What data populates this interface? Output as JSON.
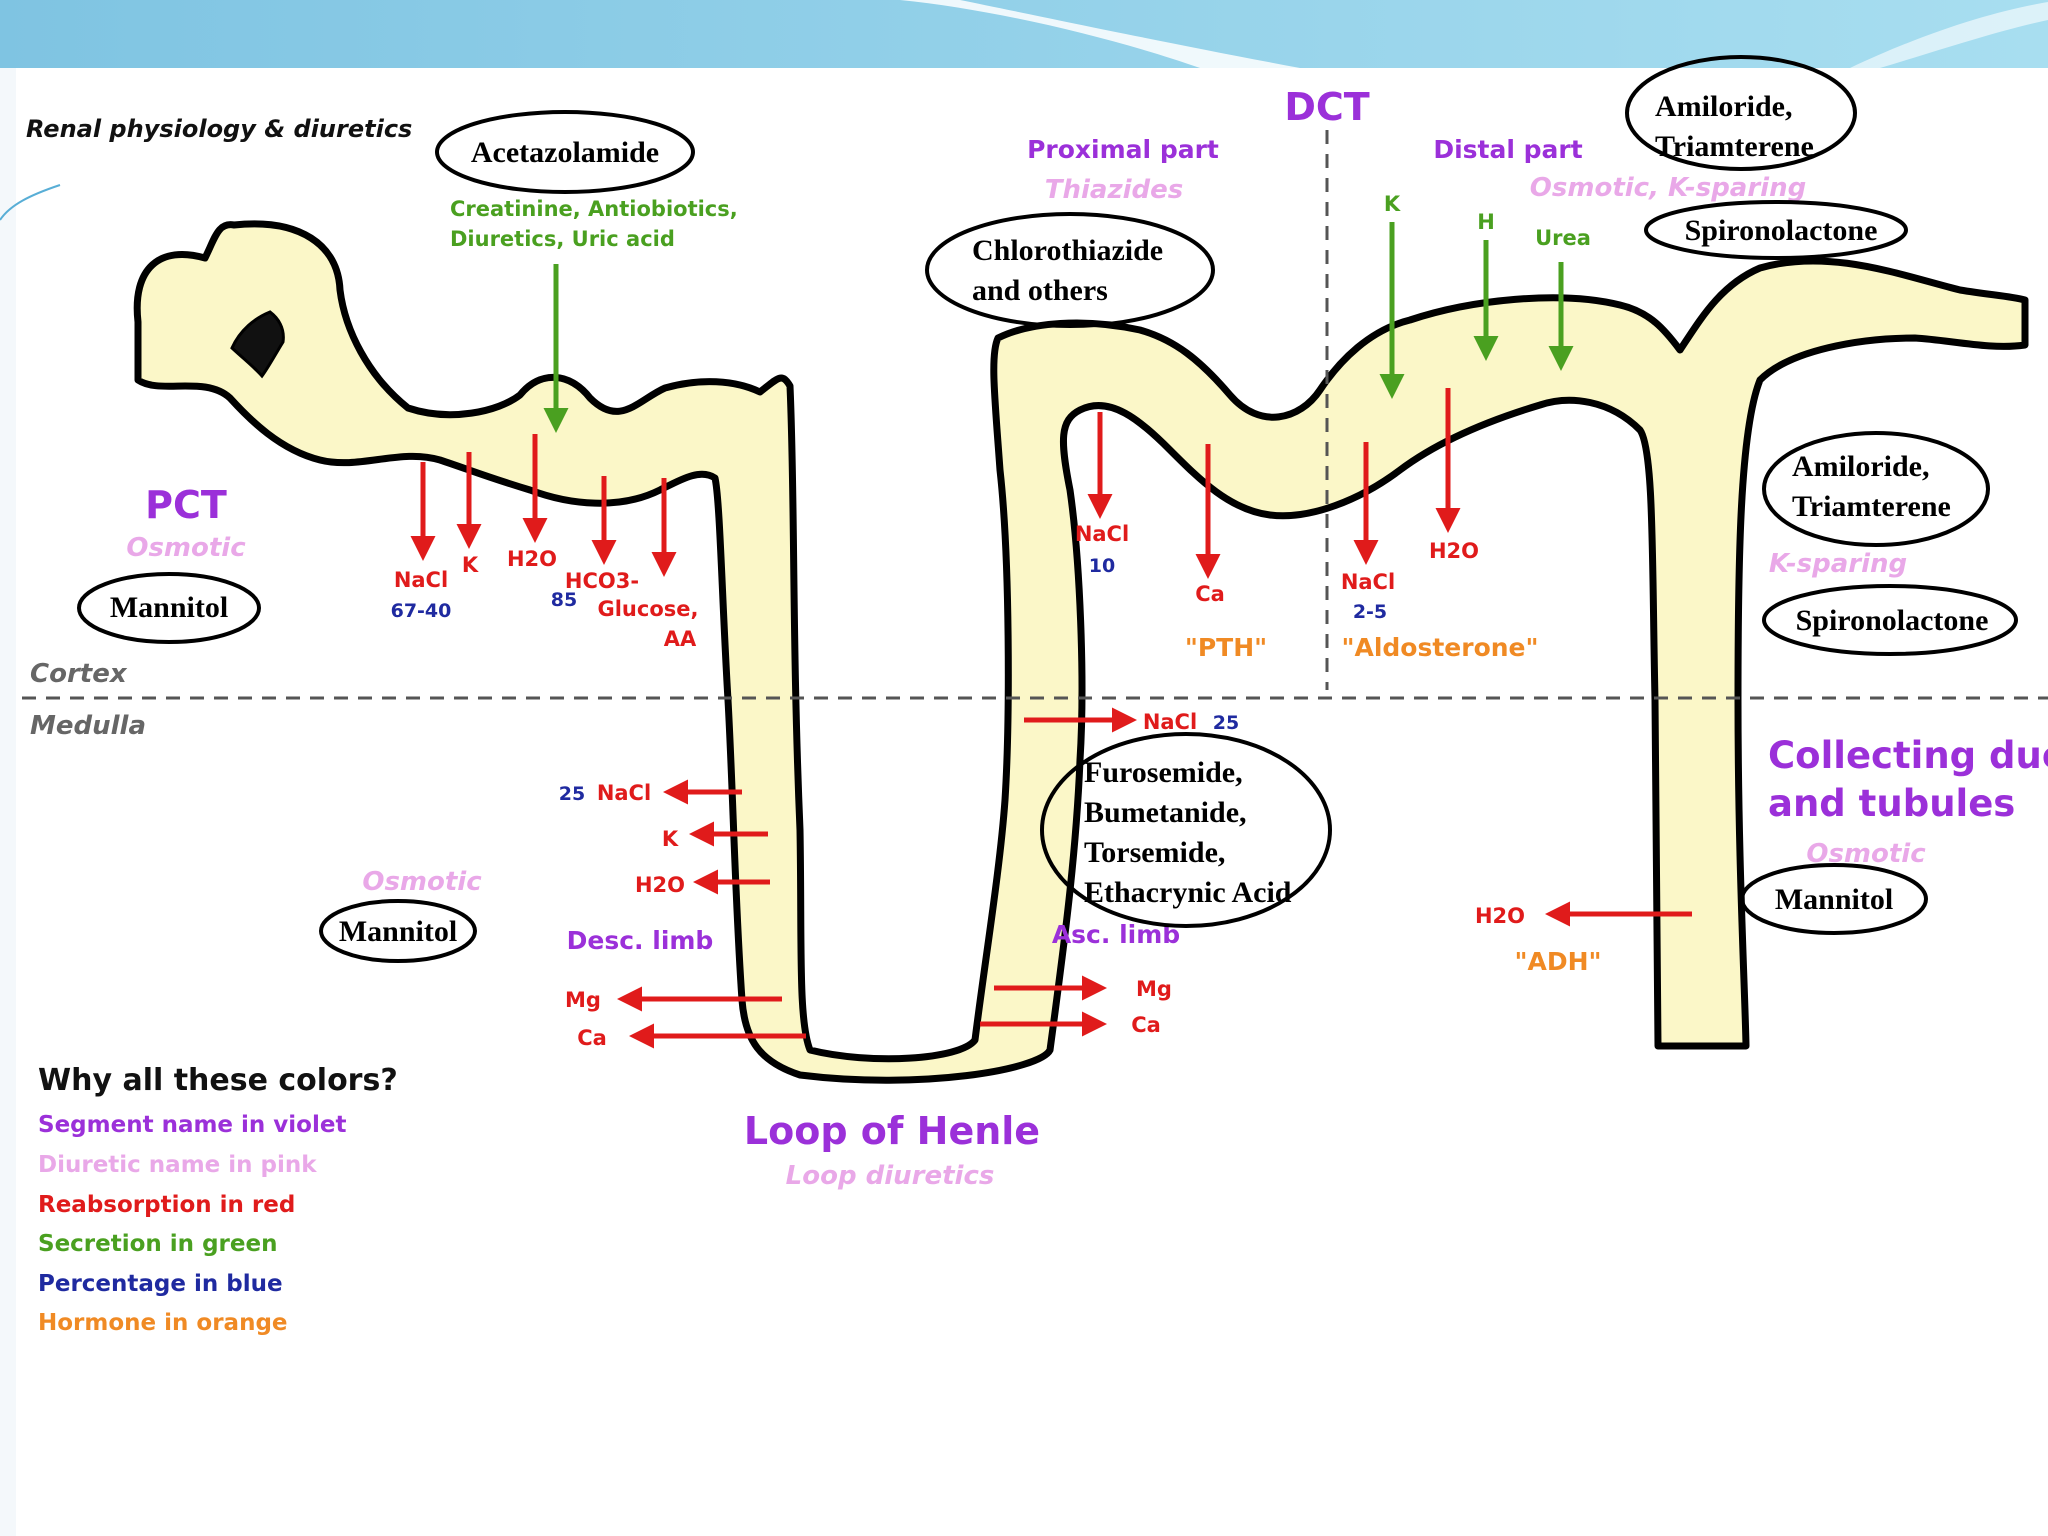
{
  "title": "Renal physiology & diuretics",
  "colors": {
    "violet": "#9b30d9",
    "pink": "#e9a8e8",
    "red": "#e01b1b",
    "green": "#4aa020",
    "blue": "#1f2aa0",
    "orange": "#f08a24",
    "tubule": "#fbf7c8",
    "banner": "#8fd0e6"
  },
  "zones": {
    "cortex": "Cortex",
    "medulla": "Medulla"
  },
  "segments": {
    "pct": {
      "name": "PCT",
      "diuretic": "Osmotic"
    },
    "dct": {
      "name": "DCT",
      "proximal": "Proximal part",
      "proximal_diuretic": "Thiazides",
      "distal": "Distal part",
      "distal_diuretic": "Osmotic, K-sparing"
    },
    "cd": {
      "name_line1": "Collecting duct",
      "name_line2": "and tubules",
      "k_sparing": "K-sparing",
      "osmotic": "Osmotic"
    },
    "loop": {
      "name": "Loop of Henle",
      "diuretic": "Loop diuretics",
      "desc": "Desc. limb",
      "asc": "Asc. limb",
      "osmotic": "Osmotic"
    }
  },
  "drugs": {
    "acetazolamide": "Acetazolamide",
    "mannitol_pct": "Mannitol",
    "mannitol_loop": "Mannitol",
    "mannitol_cd": "Mannitol",
    "chlorothiazide_l1": "Chlorothiazide",
    "chlorothiazide_l2": "and others",
    "amiloride_top_l1": "Amiloride,",
    "amiloride_top_l2": "Triamterene",
    "spironolactone_top": "Spironolactone",
    "amiloride_cd_l1": "Amiloride,",
    "amiloride_cd_l2": "Triamterene",
    "spironolactone_cd": "Spironolactone",
    "loop_l1": "Furosemide,",
    "loop_l2": "Bumetanide,",
    "loop_l3": "Torsemide,",
    "loop_l4": "Ethacrynic Acid"
  },
  "pct_secretion_l1": "Creatinine, Antiobiotics,",
  "pct_secretion_l2": "Diuretics, Uric acid",
  "pct_reabsorption": {
    "nacl": "NaCl",
    "nacl_pct": "67-40",
    "k": "K",
    "h2o": "H2O",
    "h2o_pct": "85",
    "hco3": "HCO3-",
    "glucose": "Glucose,",
    "aa": "AA"
  },
  "desc_limb": {
    "nacl_pct": "25",
    "nacl": "NaCl",
    "k": "K",
    "h2o": "H2O"
  },
  "loop_bottom": {
    "mg_left": "Mg",
    "ca_left": "Ca",
    "mg_right": "Mg",
    "ca_right": "Ca"
  },
  "asc_limb": {
    "nacl": "NaCl",
    "nacl_pct": "25"
  },
  "dct_reabsorption": {
    "nacl": "NaCl",
    "nacl_pct": "10",
    "ca": "Ca",
    "pth": "\"PTH\"",
    "nacl2": "NaCl",
    "nacl2_pct": "2-5",
    "h2o": "H2O",
    "aldosterone": "\"Aldosterone\""
  },
  "dct_secretion": {
    "k": "K",
    "h": "H",
    "urea": "Urea"
  },
  "cd_reabsorption": {
    "h2o": "H2O",
    "adh": "\"ADH\""
  },
  "legend": {
    "title": "Why all these colors?",
    "items": [
      {
        "text": "Segment name in violet",
        "color": "#9b30d9"
      },
      {
        "text": "Diuretic name in pink",
        "color": "#e9a8e8"
      },
      {
        "text": "Reabsorption in red",
        "color": "#e01b1b"
      },
      {
        "text": "Secretion in green",
        "color": "#4aa020"
      },
      {
        "text": "Percentage in blue",
        "color": "#1f2aa0"
      },
      {
        "text": "Hormone in orange",
        "color": "#f08a24"
      }
    ]
  }
}
